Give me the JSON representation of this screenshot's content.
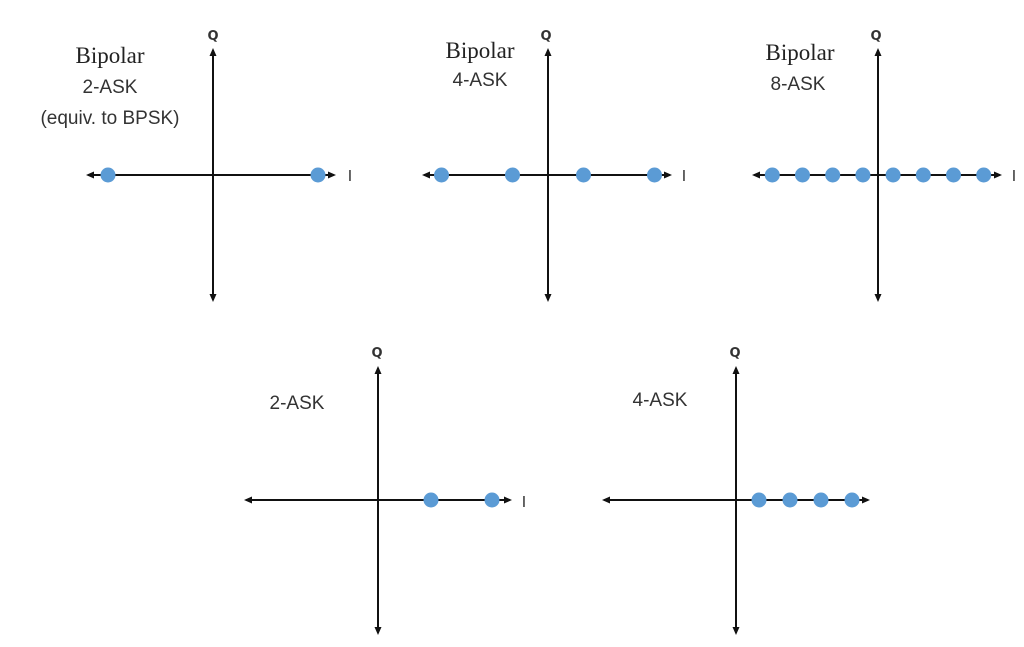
{
  "dot_color": "#5b9bd5",
  "axis_color": "#111111",
  "diagrams": [
    {
      "id": "bipolar-2-ask",
      "title_lines": [
        "Bipolar",
        "2-ASK",
        "(equiv. to BPSK)"
      ],
      "q_label": "Q",
      "i_label": "I",
      "i_values": [
        -1,
        1
      ]
    },
    {
      "id": "bipolar-4-ask",
      "title_lines": [
        "Bipolar",
        "4-ASK"
      ],
      "q_label": "Q",
      "i_label": "I",
      "i_values": [
        -3,
        -1,
        1,
        3
      ]
    },
    {
      "id": "bipolar-8-ask",
      "title_lines": [
        "Bipolar",
        "8-ASK"
      ],
      "q_label": "Q",
      "i_label": "I",
      "i_values": [
        -7,
        -5,
        -3,
        -1,
        1,
        3,
        5,
        7
      ]
    },
    {
      "id": "unipolar-2-ask",
      "title_lines": [
        "2-ASK"
      ],
      "q_label": "Q",
      "i_label": "I",
      "i_values": [
        1,
        2
      ]
    },
    {
      "id": "unipolar-4-ask",
      "title_lines": [
        "4-ASK"
      ],
      "q_label": "Q",
      "i_label": "",
      "i_values": [
        1,
        2,
        3,
        4
      ]
    }
  ]
}
